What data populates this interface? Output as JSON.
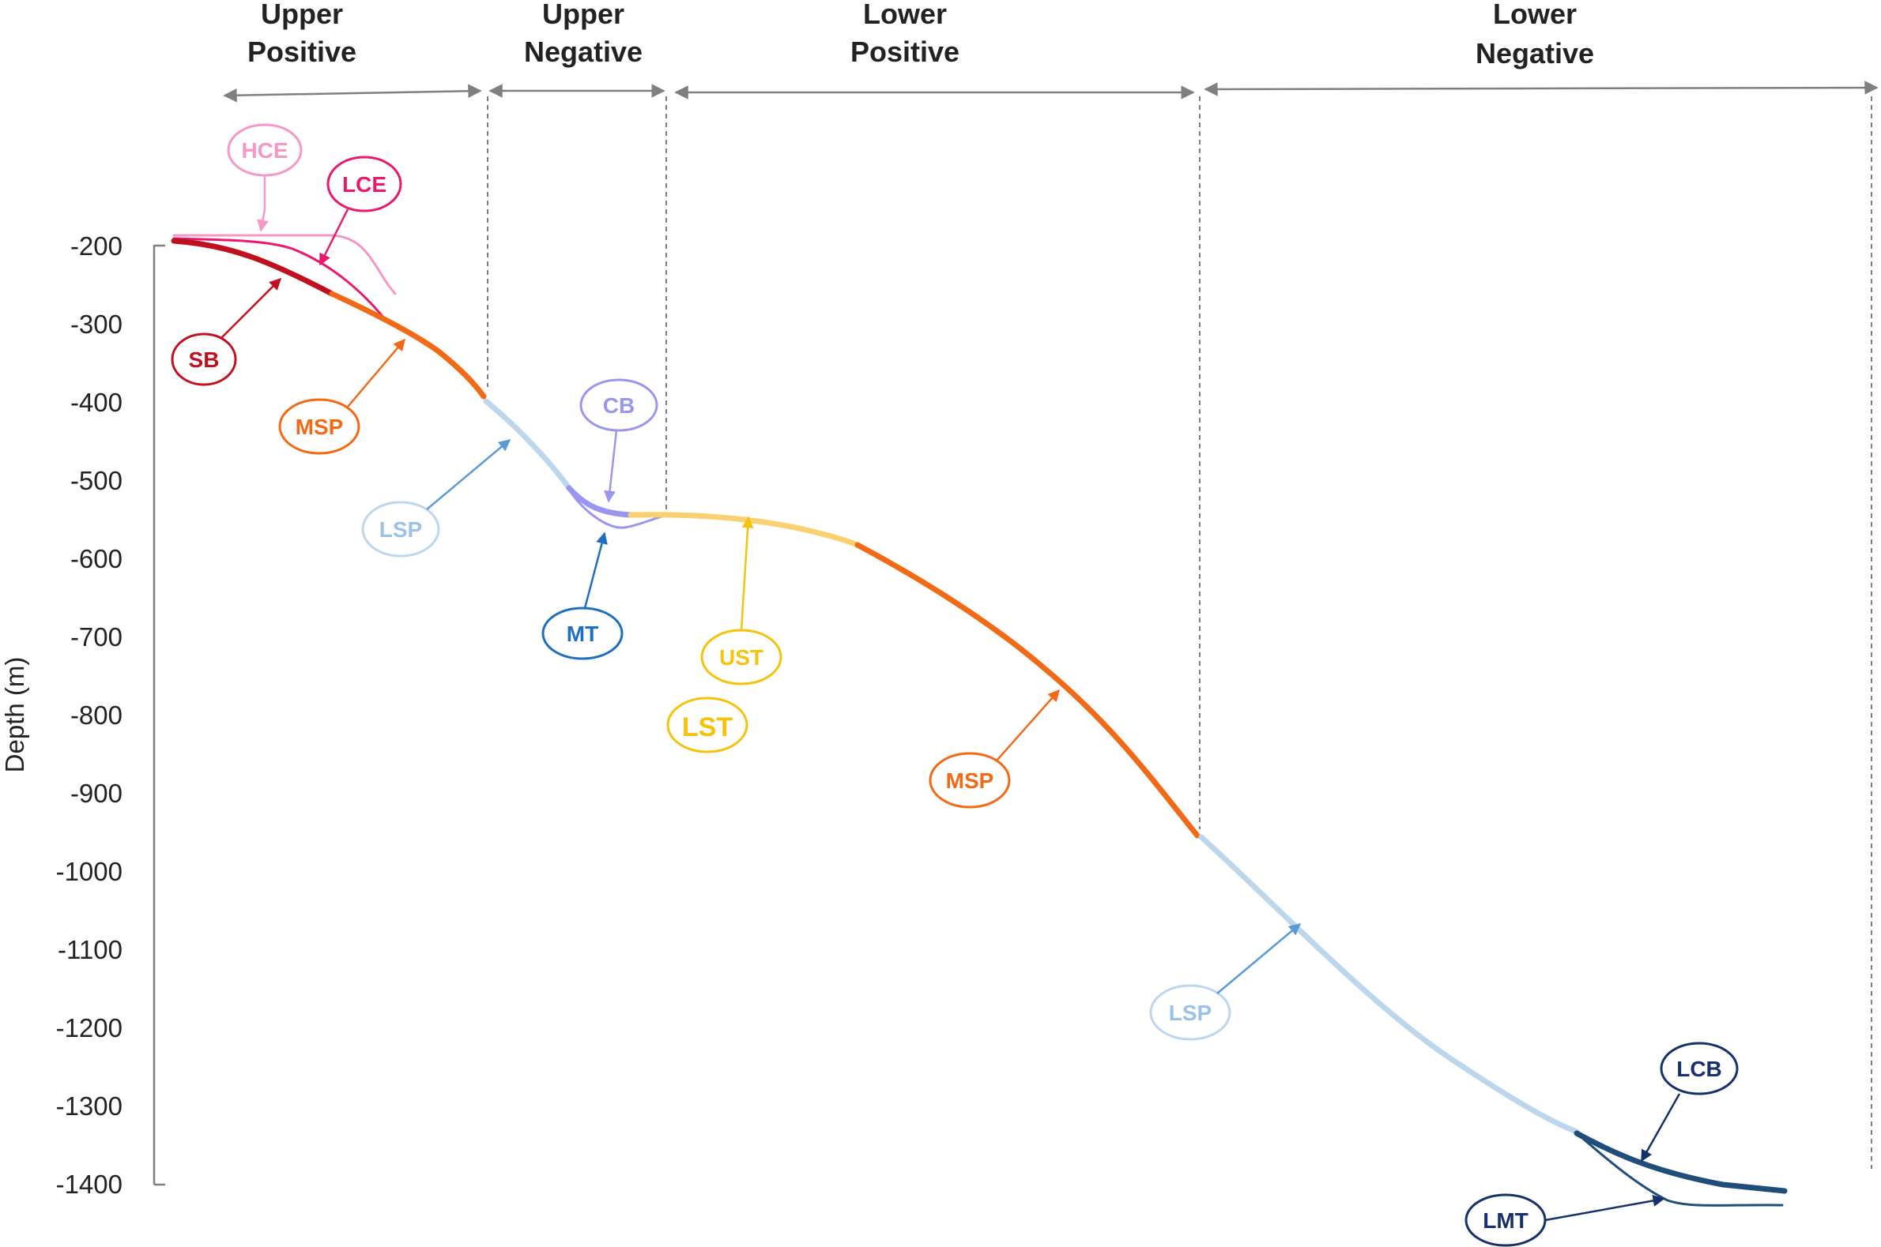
{
  "y_axis": {
    "label": "Depth (m)",
    "ticks": [
      "-200",
      "-300",
      "-400",
      "-500",
      "-600",
      "-700",
      "-800",
      "-900",
      "-1000",
      "-1100",
      "-1200",
      "-1300",
      "-1400"
    ]
  },
  "zones": [
    {
      "line1": "Upper",
      "line2": "Positive"
    },
    {
      "line1": "Upper",
      "line2": "Negative"
    },
    {
      "line1": "Lower",
      "line2": "Positive"
    },
    {
      "line1": "Lower",
      "line2": "Negative"
    }
  ],
  "labels": {
    "hce": "HCE",
    "lce": "LCE",
    "sb": "SB",
    "msp_upper": "MSP",
    "lsp_upper": "LSP",
    "cb": "CB",
    "mt": "MT",
    "ust": "UST",
    "lst": "LST",
    "msp_lower": "MSP",
    "lsp_lower": "LSP",
    "lcb": "LCB",
    "lmt": "LMT"
  },
  "colors": {
    "hce": "#f598c8",
    "lce": "#e8196e",
    "sb": "#c0101e",
    "msp": "#f26a16",
    "lsp": "#bcd6ee",
    "lsp_text": "#9cc3e6",
    "lsp_arrow": "#5b9bd5",
    "cb": "#9a96ee",
    "mt": "#1f6fc0",
    "st": "#fad170",
    "st_text": "#f5c30c",
    "lower_channel": "#1f4e7a",
    "lower_label": "#15306b",
    "axis": "#7f7f7f"
  }
}
